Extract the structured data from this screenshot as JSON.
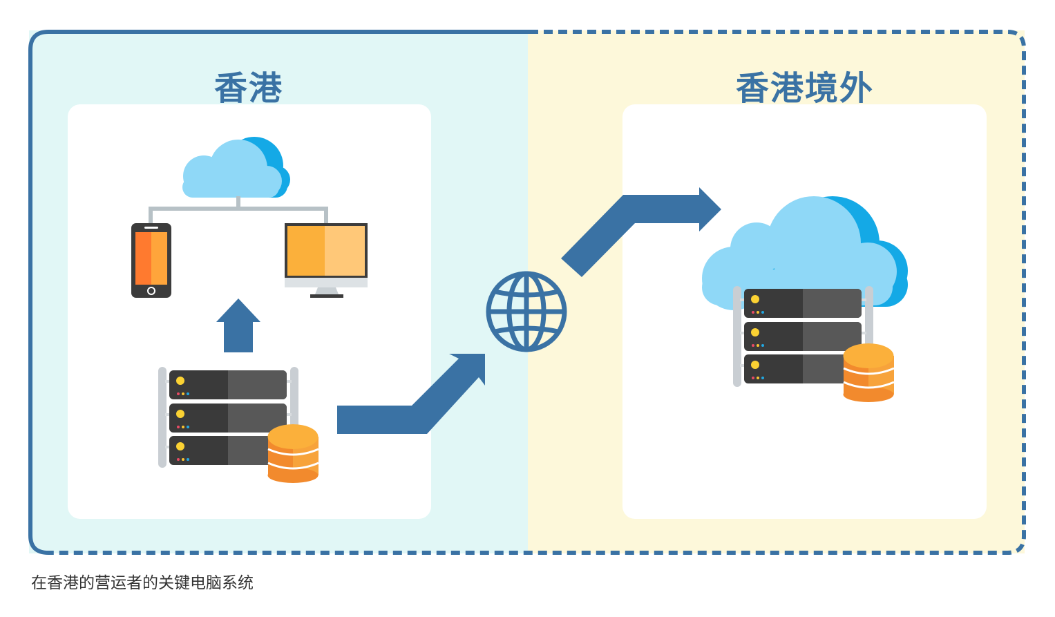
{
  "regions": {
    "hong_kong": {
      "title": "香港"
    },
    "outside_hong_kong": {
      "title": "香港境外"
    }
  },
  "caption": "在香港的营运者的关键电脑系统",
  "colors": {
    "border_blue": "#3a72a4",
    "hk_background": "#e1f7f6",
    "outside_background": "#fdf8da",
    "arrow_blue": "#3a72a4",
    "cloud_light": "#8fd8f7",
    "cloud_dark": "#14a9e6",
    "server_dark": "#3a3a3a",
    "disk_orange": "#f28a2d",
    "disk_light": "#fbb03b"
  },
  "icons": [
    "cloud-icon",
    "smartphone-icon",
    "monitor-icon",
    "arrow-up-icon",
    "server-rack-icon",
    "database-icon",
    "globe-icon",
    "arrow-icon"
  ]
}
